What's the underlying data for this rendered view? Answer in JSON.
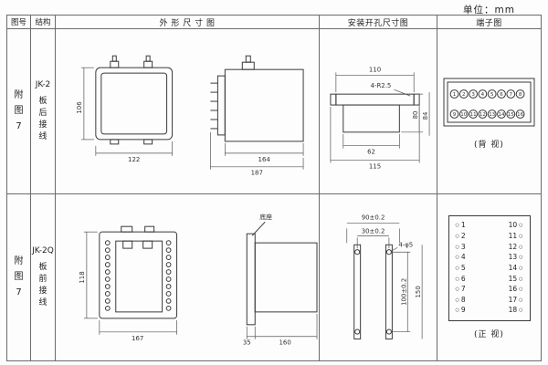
{
  "unit_label": "单位：mm",
  "header": {
    "fig_no": "图号",
    "structure": "结构",
    "outline": "外 形 尺 寸 图",
    "mounting": "安装开孔尺寸图",
    "terminal": "端子图"
  },
  "row1": {
    "fig": [
      "附",
      "图",
      "7"
    ],
    "model": "JK-2",
    "desc": [
      "板",
      "后",
      "接",
      "线"
    ],
    "outline": {
      "front_height": "106",
      "front_width": "122",
      "side_body": "164",
      "side_total": "187"
    },
    "mounting": {
      "top_width": "110",
      "corner_radius": "4-R2.5",
      "right_inner": "80",
      "right_outer": "84",
      "bottom_inner": "62",
      "bottom_outer": "115"
    },
    "terminal": {
      "top_row": [
        "1",
        "2",
        "3",
        "4",
        "5",
        "6",
        "7",
        "8"
      ],
      "bottom_row": [
        "9",
        "10",
        "11",
        "12",
        "13",
        "14",
        "15",
        "16"
      ],
      "caption": "(背 视)"
    }
  },
  "row2": {
    "fig": [
      "附",
      "图",
      "7"
    ],
    "model": "JK-2Q",
    "desc": [
      "板",
      "前",
      "接",
      "线"
    ],
    "outline": {
      "front_height": "118",
      "front_width": "167",
      "base_label": "底座",
      "side_plate": "35",
      "side_body": "160"
    },
    "mounting": {
      "top_outer": "90±0.2",
      "top_inner": "30±0.2",
      "holes": "4-φ5",
      "right_inner": "100±0.2",
      "right_outer": "150"
    },
    "terminal": {
      "left_col": [
        "1",
        "2",
        "3",
        "4",
        "5",
        "6",
        "7",
        "8",
        "9"
      ],
      "right_col": [
        "10",
        "11",
        "12",
        "13",
        "14",
        "15",
        "16",
        "17",
        "18"
      ],
      "caption": "(正 视)"
    }
  }
}
